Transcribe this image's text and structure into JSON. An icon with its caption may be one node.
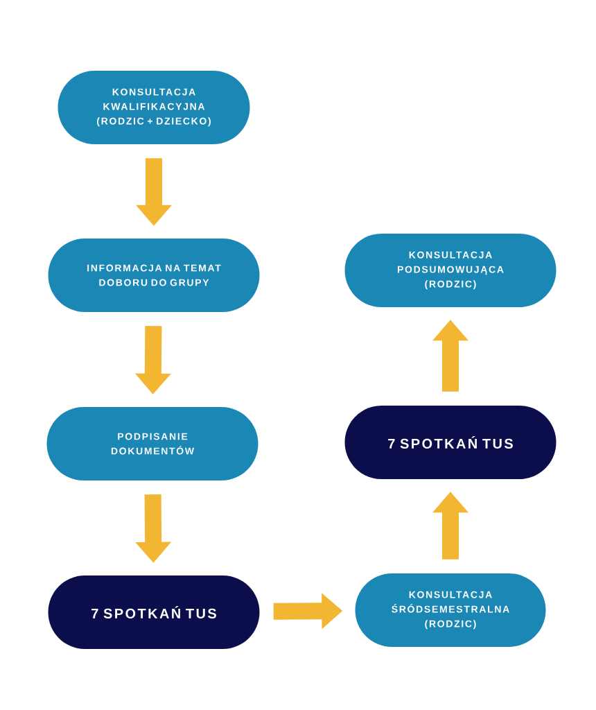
{
  "diagram": {
    "nodes": [
      {
        "text": [
          "KONSULTACJA KWALIFIKACYJNA (RODZIC + DZIECKO)"
        ]
      },
      {
        "text": [
          "INFORMACJA NA TEMAT DOBORU DO GRUPY"
        ]
      },
      {
        "text": [
          "PODPISANIE DOKUMENTÓW"
        ]
      },
      {
        "text": [
          "7 SPOTKAŃ TUS"
        ]
      },
      {
        "text": [
          "KONSULTACJA ŚRÓDSEMESTRALNA (RODZIC)"
        ]
      },
      {
        "text": [
          "7 SPOTKAŃ TUS"
        ]
      },
      {
        "text": [
          "KONSULTACJA PODSUMOWUJĄCA (RODZIC)"
        ]
      }
    ],
    "edges": [
      {
        "from": 0,
        "to": 1,
        "arrow": "to"
      },
      {
        "from": 1,
        "to": 2,
        "arrow": "to"
      },
      {
        "from": 2,
        "to": 3,
        "arrow": "to"
      },
      {
        "from": 3,
        "to": 4,
        "arrow": "to"
      },
      {
        "from": 4,
        "to": 5,
        "arrow": "to"
      },
      {
        "from": 5,
        "to": 6,
        "arrow": "to"
      }
    ]
  }
}
